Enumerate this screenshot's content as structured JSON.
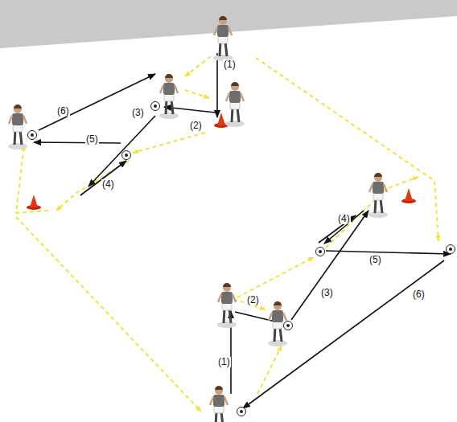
{
  "diagram": {
    "labels": [
      "(1)",
      "(2)",
      "(3)",
      "(4)",
      "(5)",
      "(6)",
      "(1)",
      "(2)",
      "(3)",
      "(4)",
      "(5)",
      "(6)"
    ]
  }
}
